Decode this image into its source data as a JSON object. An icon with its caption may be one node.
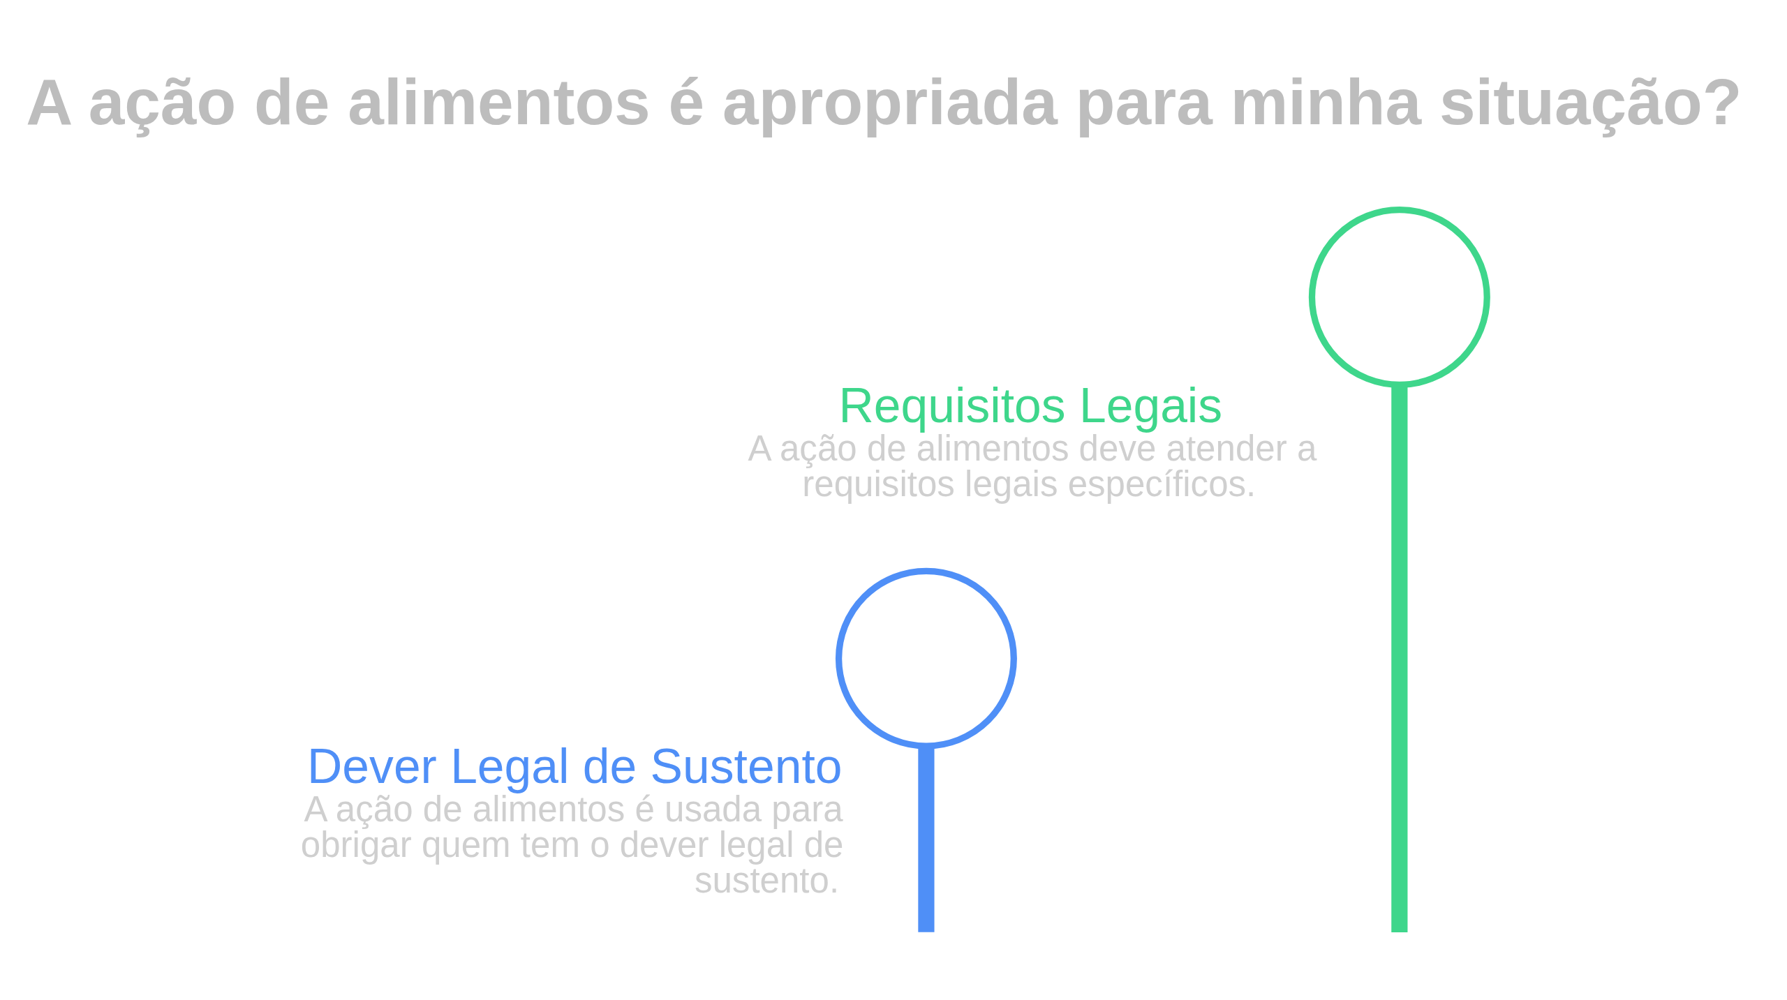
{
  "diagram": {
    "title": "A ação de alimentos é apropriada para minha situação?",
    "nodes": [
      {
        "text": [
          "Requisitos Legais",
          "A ação de alimentos deve atender a requisitos legais específicos."
        ]
      },
      {
        "text": [
          "Dever Legal de Sustento",
          "A ação de alimentos é usada para obrigar quem tem o dever legal de sustento."
        ]
      }
    ],
    "edges": [
      {
        "from": null,
        "to": 1,
        "arrow": "none",
        "color": "#4f8ff7"
      },
      {
        "from": null,
        "to": 0,
        "arrow": "none",
        "color": "#3ed68b"
      }
    ]
  }
}
